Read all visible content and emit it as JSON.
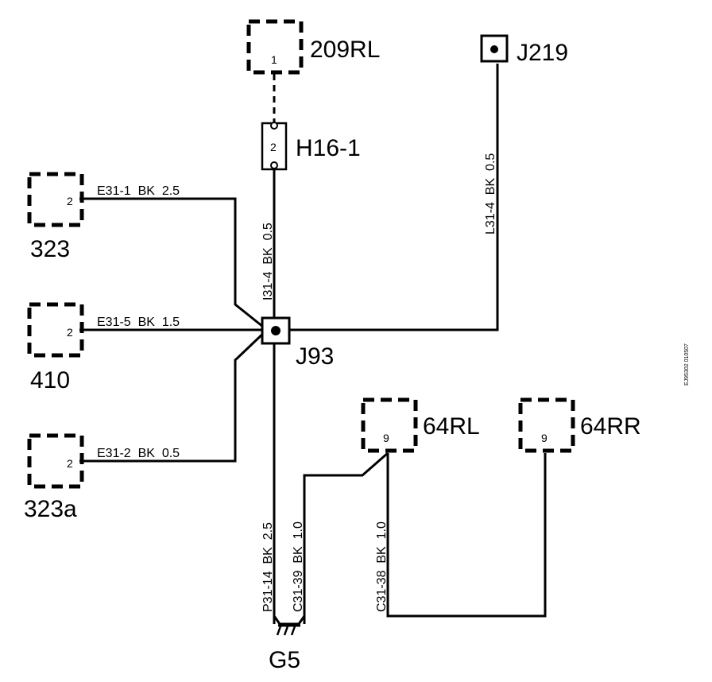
{
  "components": {
    "c209rl": {
      "name": "209RL",
      "pin": "1"
    },
    "h16": {
      "name": "H16-1",
      "pin": "2"
    },
    "j219": {
      "name": "J219"
    },
    "c323": {
      "name": "323",
      "pin": "2"
    },
    "c410": {
      "name": "410",
      "pin": "2"
    },
    "c323a": {
      "name": "323a",
      "pin": "2"
    },
    "j93": {
      "name": "J93"
    },
    "c64rl": {
      "name": "64RL",
      "pin": "9"
    },
    "c64rr": {
      "name": "64RR",
      "pin": "9"
    },
    "g5": {
      "name": "G5"
    }
  },
  "wires": {
    "e31_1": "E31-1  BK  2.5",
    "e31_5": "E31-5  BK  1.5",
    "e31_2": "E31-2  BK  0.5",
    "i31_4": "I31-4  BK  0.5",
    "l31_4": "L31-4  BK  0.5",
    "p31_14": "P31-14  BK  2.5",
    "c31_39": "C31-39  BK  1.0",
    "c31_38": "C31-38  BK  1.0"
  },
  "doc_id": "EJ95302 010507"
}
